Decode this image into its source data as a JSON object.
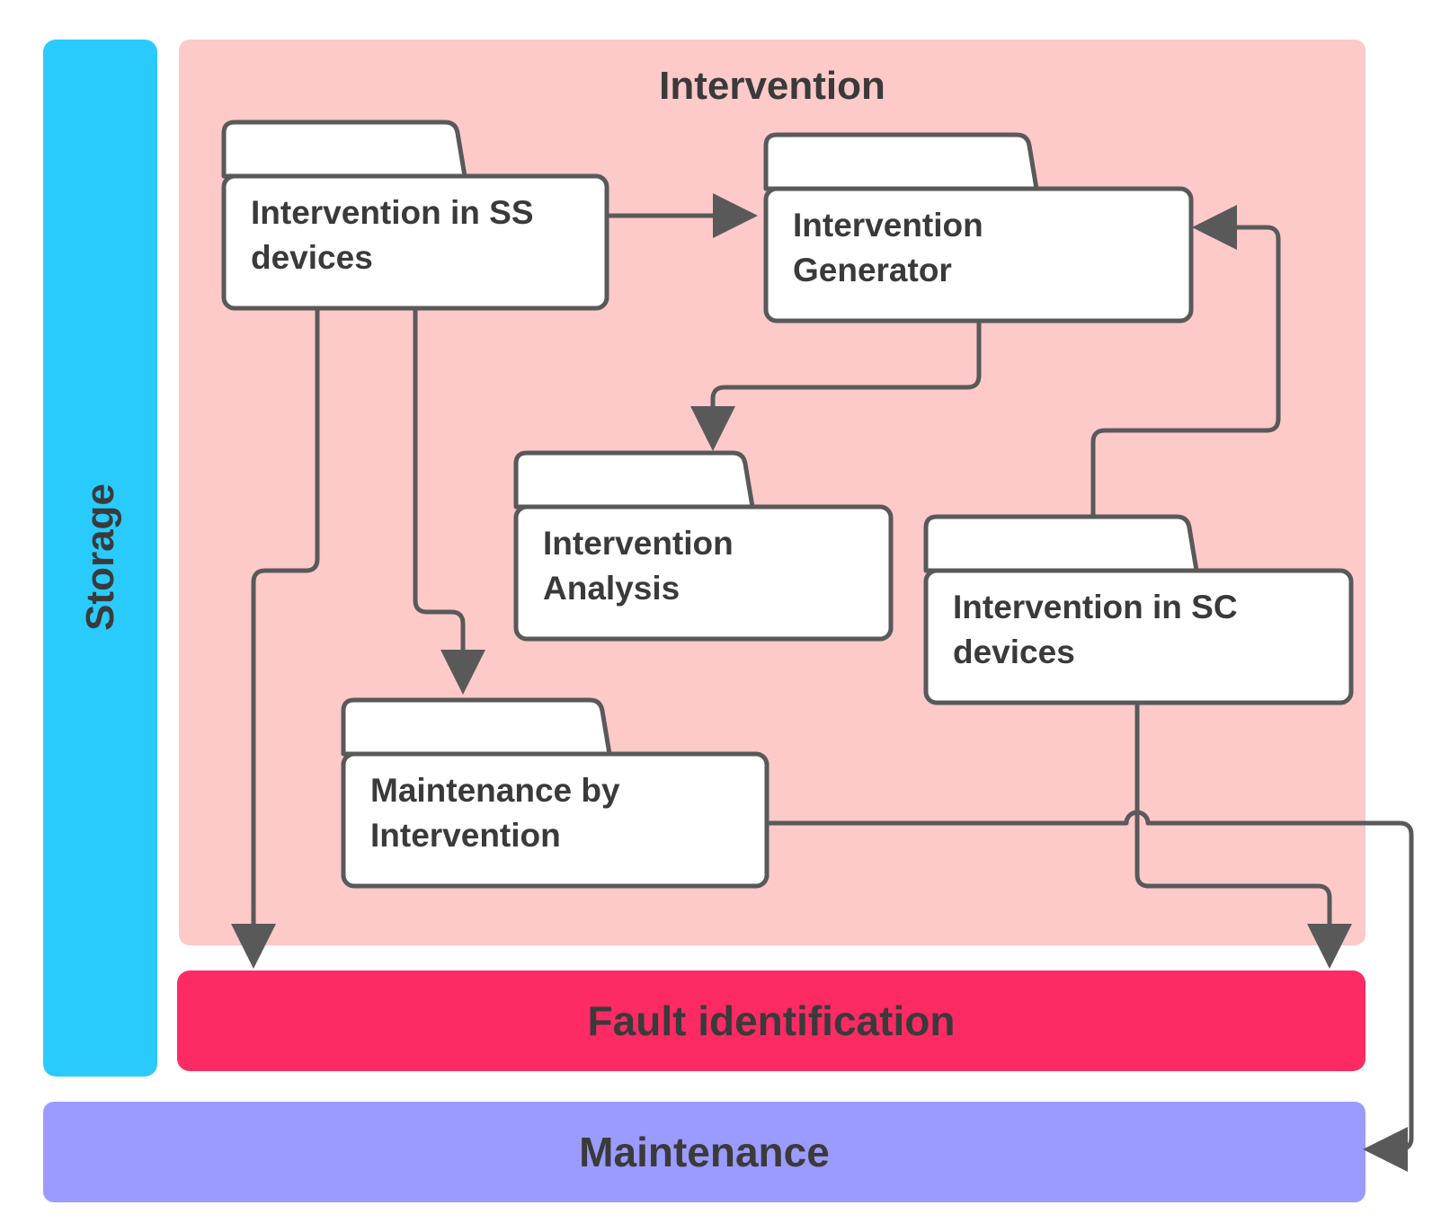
{
  "diagram": {
    "storage_label": "Storage",
    "intervention_title": "Intervention",
    "fault_label": "Fault identification",
    "maintenance_label": "Maintenance",
    "packages": {
      "ss_devices": "Intervention in SS\ndevices",
      "generator": "Intervention\nGenerator",
      "analysis": "Intervention\nAnalysis",
      "sc_devices": "Intervention in SC\ndevices",
      "maintenance_by_intervention": "Maintenance by\nIntervention"
    },
    "colors": {
      "storage": "#29cbfd",
      "intervention": "#fdc9c9",
      "fault": "#fe2a64",
      "maintenance": "#9b9bff",
      "package_fill": "#ffffff",
      "line": "#595959",
      "text": "#3a3a3a"
    }
  }
}
